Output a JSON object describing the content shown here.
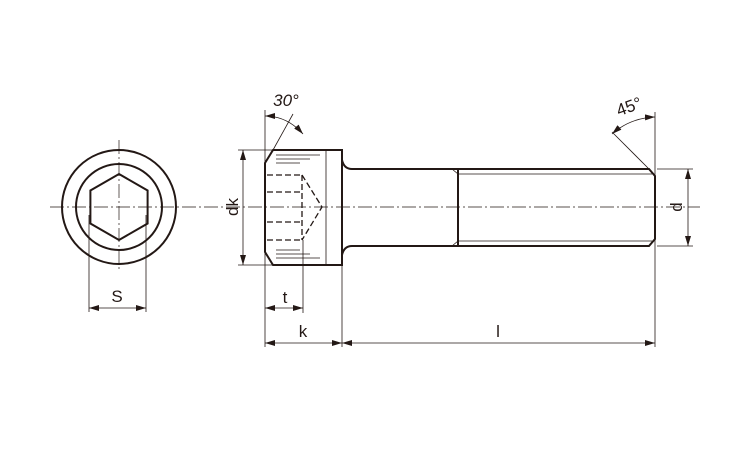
{
  "labels": {
    "s": "S",
    "dk": "dk",
    "t": "t",
    "k": "k",
    "l": "l",
    "d": "d",
    "head_angle": "30°",
    "chamfer_angle": "45°"
  },
  "colors": {
    "line": "#231815",
    "background": "#ffffff"
  }
}
